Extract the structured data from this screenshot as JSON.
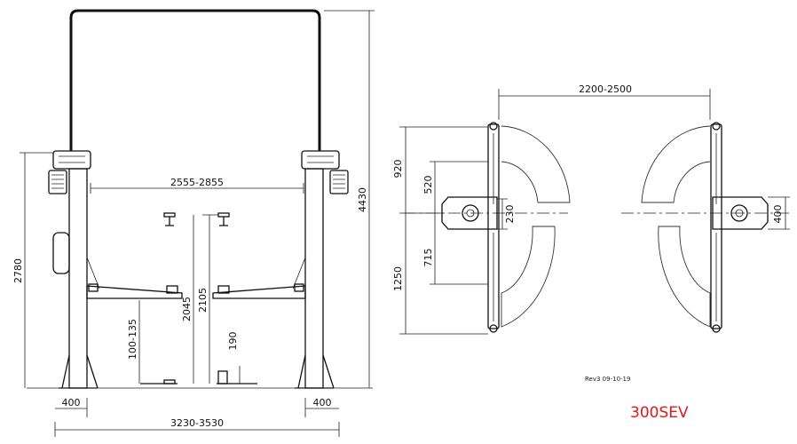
{
  "front_view": {
    "dim_outer_width": "3230-3530",
    "dim_inner_width": "2555-2855",
    "dim_column_left": "400",
    "dim_column_right": "400",
    "dim_height_total": "4430",
    "dim_column_height": "2780",
    "dim_max_lift": "2105",
    "dim_max_lift_inner": "2045",
    "dim_adapter_range": "100-135",
    "dim_min_height": "190"
  },
  "top_view": {
    "dim_arm_span": "2200-2500",
    "dim_920": "920",
    "dim_520": "520",
    "dim_230": "230",
    "dim_715": "715",
    "dim_1250": "1250",
    "dim_400": "400"
  },
  "revision": "Rev3 09-10-19",
  "model": "300SEV"
}
